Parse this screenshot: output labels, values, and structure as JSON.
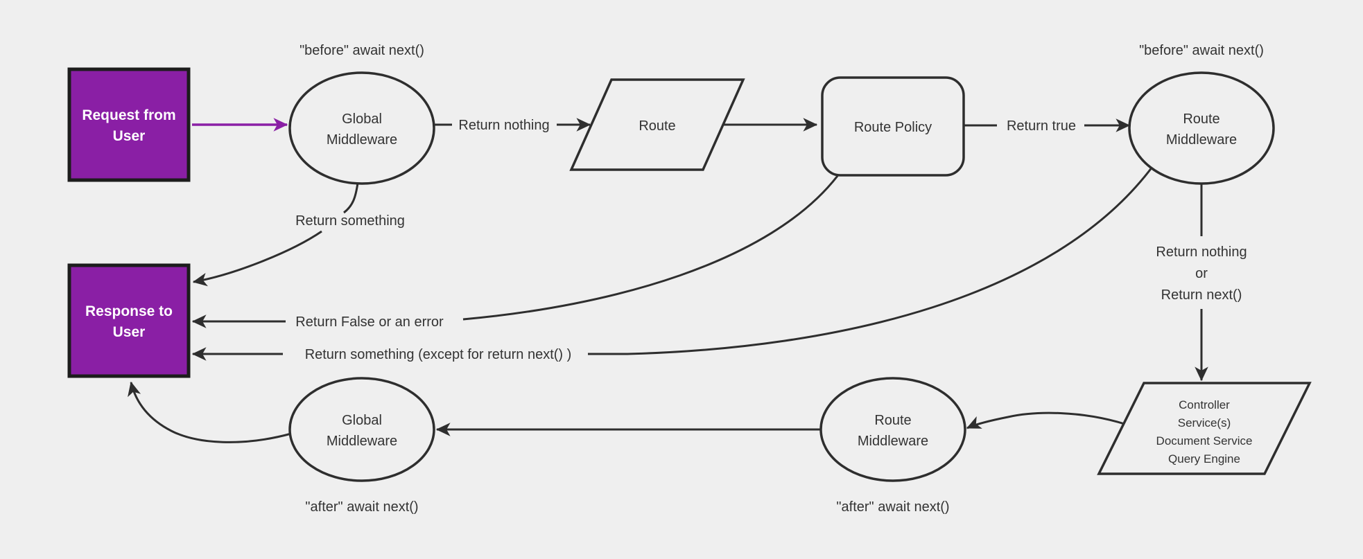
{
  "canvas": {
    "background": "#efefef",
    "line_color": "#2e2e2e",
    "text_color": "#333333",
    "accent_purple": "#8a1fa5",
    "box_border": "#1c1c1c",
    "box_text_color": "#ffffff"
  },
  "nodes": {
    "request_from_user": {
      "type": "box",
      "lines": [
        "Request from",
        "User"
      ]
    },
    "global_middleware_top": {
      "type": "ellipse",
      "lines": [
        "Global",
        "Middleware"
      ],
      "note": "\"before\" await next()"
    },
    "route": {
      "type": "parallelogram",
      "label": "Route"
    },
    "route_policy": {
      "type": "rounded-rect",
      "label": "Route Policy"
    },
    "route_middleware_top": {
      "type": "ellipse",
      "lines": [
        "Route",
        "Middleware"
      ],
      "note": "\"before\" await next()"
    },
    "response_to_user": {
      "type": "box",
      "lines": [
        "Response to",
        "User"
      ]
    },
    "controller_stack": {
      "type": "parallelogram",
      "lines": [
        "Controller",
        "Service(s)",
        "Document Service",
        "Query Engine"
      ]
    },
    "route_middleware_bottom": {
      "type": "ellipse",
      "lines": [
        "Route",
        "Middleware"
      ],
      "note": "\"after\" await next()"
    },
    "global_middleware_bottom": {
      "type": "ellipse",
      "lines": [
        "Global",
        "Middleware"
      ],
      "note": "\"after\" await next()"
    }
  },
  "edges": {
    "request_to_global": {
      "label": ""
    },
    "global_to_route": {
      "label": "Return nothing"
    },
    "route_to_policy": {
      "label": ""
    },
    "policy_to_route_middleware": {
      "label": "Return true"
    },
    "route_middleware_to_controller": {
      "lines": [
        "Return nothing",
        "or",
        "Return next()"
      ]
    },
    "global_to_response": {
      "label": "Return something"
    },
    "policy_to_response": {
      "label": "Return False or an error"
    },
    "route_middleware_to_response": {
      "label": "Return something (except for return next() )"
    }
  }
}
